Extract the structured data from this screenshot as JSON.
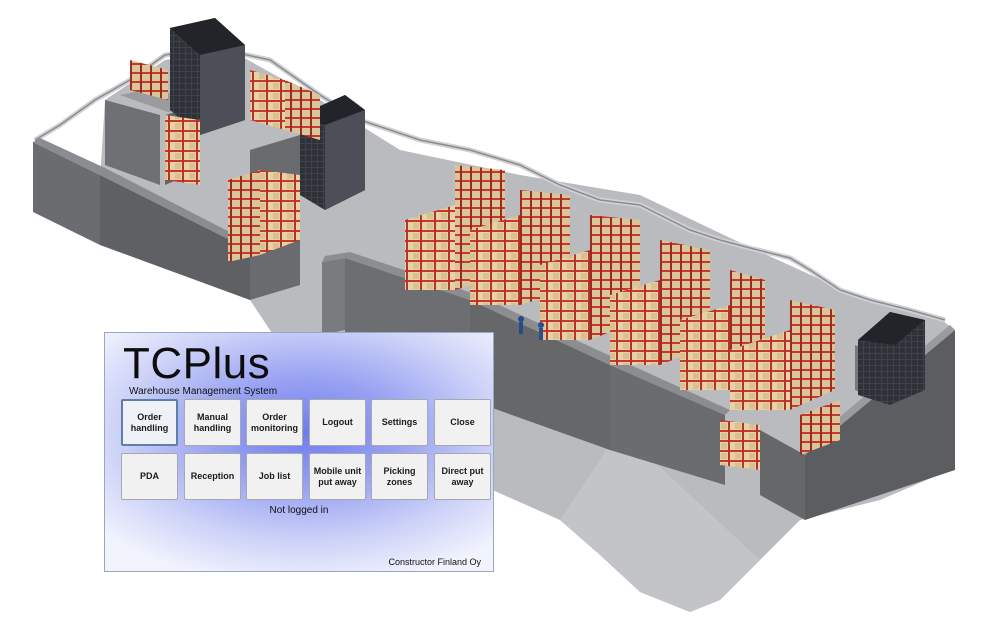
{
  "app": {
    "title": "TCPlus",
    "subtitle": "Warehouse Management System",
    "status": "Not logged in",
    "company": "Constructor Finland Oy",
    "buttons": [
      {
        "label": "Order handling",
        "selected": true
      },
      {
        "label": "Manual handling"
      },
      {
        "label": "Order monitoring"
      },
      {
        "label": "Logout"
      },
      {
        "label": "Settings"
      },
      {
        "label": "Close"
      },
      {
        "label": "PDA"
      },
      {
        "label": "Reception"
      },
      {
        "label": "Job list"
      },
      {
        "label": "Mobile unit put away"
      },
      {
        "label": "Picking zones"
      },
      {
        "label": "Direct put away"
      }
    ]
  },
  "colors": {
    "wall": "#6b6c70",
    "wall_top": "#8b8c90",
    "floor": "#b9bbbf",
    "rack_frame": "#c9372c",
    "box": "#e6d2a6",
    "shuttle": "#3a3c44",
    "panel_accent": "#6e7cf0"
  }
}
